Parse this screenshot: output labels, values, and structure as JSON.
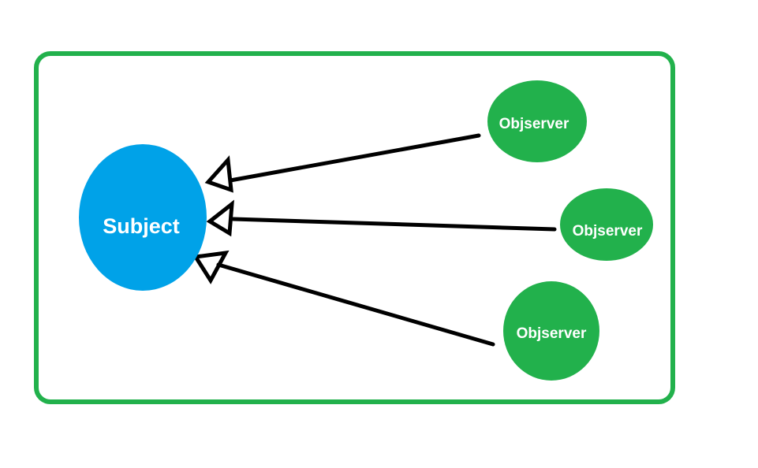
{
  "colors": {
    "background": "#ffffff",
    "frame_green": "#22b14c",
    "subject_blue": "#00a2e8",
    "observer_green": "#22b14c",
    "arrow_black": "#000000",
    "arrowhead_white": "#ffffff",
    "label_white": "#ffffff"
  },
  "diagram": {
    "subject": {
      "label": "Subject"
    },
    "observers": [
      {
        "label": "Objserver"
      },
      {
        "label": "Objserver"
      },
      {
        "label": "Objserver"
      }
    ]
  }
}
